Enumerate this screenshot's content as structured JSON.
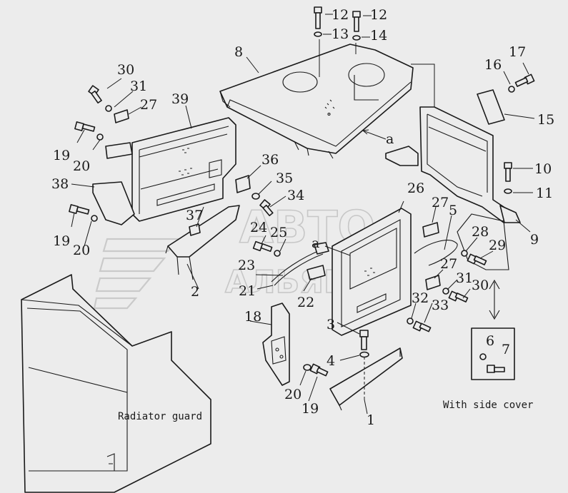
{
  "captions": {
    "radiator_guard": "Radiator guard",
    "side_cover": "With side cover",
    "view_mark": "a"
  },
  "watermark": {
    "line1": "ABTO",
    "line2": "АЛЬЯНС"
  },
  "callouts": [
    {
      "id": "c12a",
      "text": "12"
    },
    {
      "id": "c12b",
      "text": "12"
    },
    {
      "id": "c13",
      "text": "13"
    },
    {
      "id": "c14",
      "text": "14"
    },
    {
      "id": "c8",
      "text": "8"
    },
    {
      "id": "c30a",
      "text": "30"
    },
    {
      "id": "c31a",
      "text": "31"
    },
    {
      "id": "c27a",
      "text": "27"
    },
    {
      "id": "c39",
      "text": "39"
    },
    {
      "id": "c17",
      "text": "17"
    },
    {
      "id": "c16",
      "text": "16"
    },
    {
      "id": "c15",
      "text": "15"
    },
    {
      "id": "c19a",
      "text": "19"
    },
    {
      "id": "c20a",
      "text": "20"
    },
    {
      "id": "c38",
      "text": "38"
    },
    {
      "id": "c36",
      "text": "36"
    },
    {
      "id": "c35",
      "text": "35"
    },
    {
      "id": "c34",
      "text": "34"
    },
    {
      "id": "c10",
      "text": "10"
    },
    {
      "id": "c11",
      "text": "11"
    },
    {
      "id": "c9",
      "text": "9"
    },
    {
      "id": "c19b",
      "text": "19"
    },
    {
      "id": "c20b",
      "text": "20"
    },
    {
      "id": "c37",
      "text": "37"
    },
    {
      "id": "c24",
      "text": "24"
    },
    {
      "id": "c25",
      "text": "25"
    },
    {
      "id": "c26",
      "text": "26"
    },
    {
      "id": "c27b",
      "text": "27"
    },
    {
      "id": "c5",
      "text": "5"
    },
    {
      "id": "c28",
      "text": "28"
    },
    {
      "id": "c29",
      "text": "29"
    },
    {
      "id": "c23",
      "text": "23"
    },
    {
      "id": "c21",
      "text": "21"
    },
    {
      "id": "c22",
      "text": "22"
    },
    {
      "id": "c2",
      "text": "2"
    },
    {
      "id": "c27c",
      "text": "27"
    },
    {
      "id": "c31b",
      "text": "31"
    },
    {
      "id": "c30b",
      "text": "30"
    },
    {
      "id": "c32",
      "text": "32"
    },
    {
      "id": "c33",
      "text": "33"
    },
    {
      "id": "c18",
      "text": "18"
    },
    {
      "id": "c3",
      "text": "3"
    },
    {
      "id": "c4",
      "text": "4"
    },
    {
      "id": "c6",
      "text": "6"
    },
    {
      "id": "c7",
      "text": "7"
    },
    {
      "id": "c20c",
      "text": "20"
    },
    {
      "id": "c19c",
      "text": "19"
    },
    {
      "id": "c1",
      "text": "1"
    }
  ]
}
